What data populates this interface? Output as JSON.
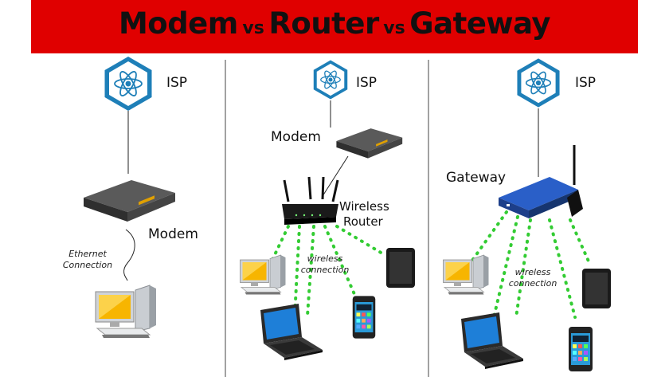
{
  "title": {
    "part1": "Modem",
    "vs1": "vs",
    "part2": "Router",
    "vs2": "vs",
    "part3": "Gateway"
  },
  "colors": {
    "banner": "#e00000",
    "hexagon": "#1e7fb8",
    "wifi_dots": "#33cc33",
    "router_blue": "#2a5fc8"
  },
  "columns": [
    {
      "isp_label": "ISP",
      "device_label": "Modem",
      "connection_label": "Ethernet Connection"
    },
    {
      "isp_label": "ISP",
      "modem_label": "Modem",
      "router_label_line1": "Wireless",
      "router_label_line2": "Router",
      "connection_label": "wireless connection"
    },
    {
      "isp_label": "ISP",
      "gateway_label": "Gateway",
      "connection_label": "wireless connection"
    }
  ],
  "icons": [
    "atom-icon",
    "modem-icon",
    "wireless-router-icon",
    "gateway-icon",
    "desktop-pc-icon",
    "laptop-icon",
    "tablet-icon",
    "smartphone-icon"
  ]
}
